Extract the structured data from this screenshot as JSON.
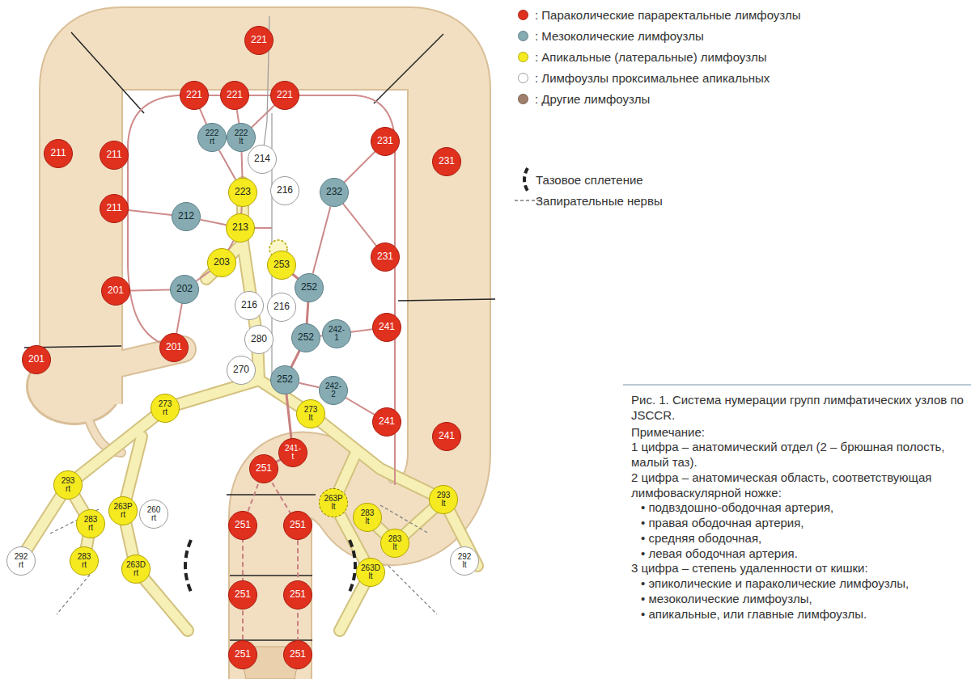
{
  "diagram": {
    "caption": "Рис. 1. Система нумерации групп лимфатических узлов по JSCCR.",
    "nodes": [
      {
        "text": [
          "221"
        ]
      },
      {
        "text": [
          "221"
        ]
      },
      {
        "text": [
          "221"
        ]
      },
      {
        "text": [
          "221"
        ]
      },
      {
        "text": [
          "222 rt"
        ]
      },
      {
        "text": [
          "222 lt"
        ]
      },
      {
        "text": [
          "231"
        ]
      },
      {
        "text": [
          "211"
        ]
      },
      {
        "text": [
          "211"
        ]
      },
      {
        "text": [
          "214"
        ]
      },
      {
        "text": [
          "231"
        ]
      },
      {
        "text": [
          "216"
        ]
      },
      {
        "text": [
          "223"
        ]
      },
      {
        "text": [
          "232"
        ]
      },
      {
        "text": [
          "211"
        ]
      },
      {
        "text": [
          "212"
        ]
      },
      {
        "text": [
          "213"
        ]
      },
      {
        "text": [
          "231"
        ]
      },
      {
        "text": [
          "203"
        ]
      },
      {
        "text": [
          "253"
        ]
      },
      {
        "text": [
          "202"
        ]
      },
      {
        "text": [
          "201"
        ]
      },
      {
        "text": [
          "252"
        ]
      },
      {
        "text": [
          "216"
        ]
      },
      {
        "text": [
          "216"
        ]
      },
      {
        "text": [
          "241"
        ]
      },
      {
        "text": [
          "242-1"
        ]
      },
      {
        "text": [
          "252"
        ]
      },
      {
        "text": [
          "280"
        ]
      },
      {
        "text": [
          "201"
        ]
      },
      {
        "text": [
          "201"
        ]
      },
      {
        "text": [
          "270"
        ]
      },
      {
        "text": [
          "252"
        ]
      },
      {
        "text": [
          "242-2"
        ]
      },
      {
        "text": [
          "273 rt"
        ]
      },
      {
        "text": [
          "273 lt"
        ]
      },
      {
        "text": [
          "241"
        ]
      },
      {
        "text": [
          "241"
        ]
      },
      {
        "text": [
          "241-t"
        ]
      },
      {
        "text": [
          "251"
        ]
      },
      {
        "text": [
          "293 rt"
        ]
      },
      {
        "text": [
          "293 lt"
        ]
      },
      {
        "text": [
          "263P rt"
        ]
      },
      {
        "text": [
          "260 rt"
        ]
      },
      {
        "text": [
          "263P lt"
        ]
      },
      {
        "text": [
          "283 lt"
        ]
      },
      {
        "text": [
          "283 rt"
        ]
      },
      {
        "text": [
          "251"
        ]
      },
      {
        "text": [
          "251"
        ]
      },
      {
        "text": [
          "283 lt"
        ]
      },
      {
        "text": [
          "283 rt"
        ]
      },
      {
        "text": [
          "292 rt"
        ]
      },
      {
        "text": [
          "292 lt"
        ]
      },
      {
        "text": [
          "263D rt"
        ]
      },
      {
        "text": [
          "263D lt"
        ]
      },
      {
        "text": [
          "251"
        ]
      },
      {
        "text": [
          "251"
        ]
      },
      {
        "text": [
          "251"
        ]
      },
      {
        "text": [
          "251"
        ]
      }
    ],
    "edges": [
      {
        "from": 4,
        "to": 12,
        "arrow": "none"
      },
      {
        "from": 5,
        "to": 12,
        "arrow": "none"
      },
      {
        "from": 12,
        "to": 16,
        "arrow": "none"
      },
      {
        "from": 15,
        "to": 16,
        "arrow": "none"
      },
      {
        "from": 16,
        "to": 18,
        "arrow": "none"
      },
      {
        "from": 20,
        "to": 18,
        "arrow": "none"
      },
      {
        "from": 13,
        "to": 22,
        "arrow": "none"
      },
      {
        "from": 27,
        "to": 26,
        "arrow": "none"
      },
      {
        "from": 32,
        "to": 33,
        "arrow": "none"
      }
    ],
    "labels": [
      "Примечание:",
      "1 цифра – анатомический отдел (2 – брюшная полость, малый таз).",
      "2 цифра – анатомическая область, соответствующая лимфоваскулярной ножке:",
      "• подвздошно-ободочная артерия,",
      "• правая ободочная артерия,",
      "• средняя ободочная,",
      "• левая ободочная артерия.",
      "3 цифра – степень удаленности от кишки:",
      "• эпиколические и параколические лимфоузлы,",
      "• мезоколические лимфоузлы,",
      "• апикальные, или главные лимфоузлы."
    ],
    "legend": [
      {
        "text": ": Параколические параректальные лимфоузлы",
        "color": "#e0301e"
      },
      {
        "text": ": Мезоколические лимфоузлы",
        "color": "#86abb3"
      },
      {
        "text": ": Апикальные (латеральные) лимфоузлы",
        "color": "#f4ea1f"
      },
      {
        "text": ": Лимфоузлы проксимальнее апикальных",
        "color": "#ffffff"
      },
      {
        "text": ": Другие лимфоузлы",
        "color": "#a0806c"
      },
      {
        "text": "Тазовое сплетение"
      },
      {
        "text": "Запирательные нервы"
      }
    ]
  }
}
